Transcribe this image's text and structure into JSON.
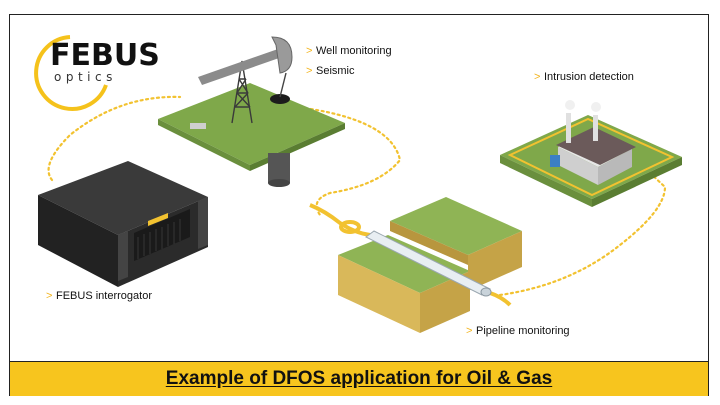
{
  "logo": {
    "name": "FEBUS",
    "subtitle": "optics"
  },
  "labels": {
    "well": "Well monitoring",
    "seismic": "Seismic",
    "intrusion": "Intrusion detection",
    "interrogator": "FEBUS interrogator",
    "pipeline": "Pipeline monitoring",
    "bullet": ">"
  },
  "caption": "Example of DFOS application for Oil & Gas",
  "colors": {
    "accent": "#f7c51e",
    "fiber": "#f2c230",
    "grass": "#7fa84a",
    "soil": "#d9b85a"
  }
}
